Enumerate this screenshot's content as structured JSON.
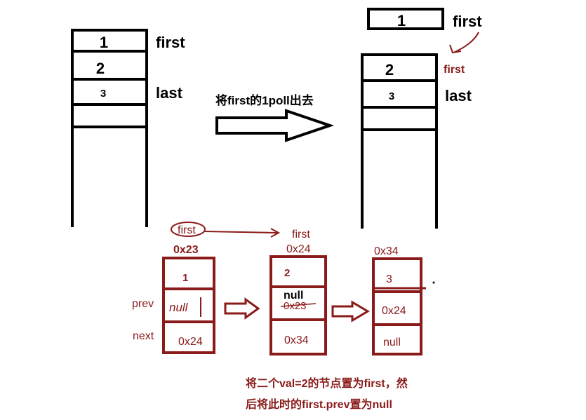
{
  "colors": {
    "ink": "#000000",
    "accent": "#8b1a1a"
  },
  "left_stack": {
    "cells": [
      "1",
      "2",
      "3"
    ],
    "labels": [
      "first",
      "last"
    ]
  },
  "right_stack": {
    "polled": "1",
    "polled_label": "first",
    "cells": [
      "2",
      "3"
    ],
    "labels": [
      "first",
      "last"
    ]
  },
  "operation": {
    "text": "将first的1poll出去"
  },
  "pointer": {
    "from": "first",
    "to": "first"
  },
  "nodes": [
    {
      "address": "0x23",
      "val": "1",
      "prev": "null",
      "next": "0x24"
    },
    {
      "address": "0x24",
      "val": "2",
      "prev": "0x23",
      "prev_new": "null",
      "next": "0x34"
    },
    {
      "address": "0x34",
      "val": "3",
      "prev": "0x24",
      "next": "null"
    }
  ],
  "row_labels": {
    "prev": "prev",
    "next": "next"
  },
  "caption": {
    "line1": "将二个val=2的节点置为first，然",
    "line2": "后将此时的first.prev置为null"
  }
}
